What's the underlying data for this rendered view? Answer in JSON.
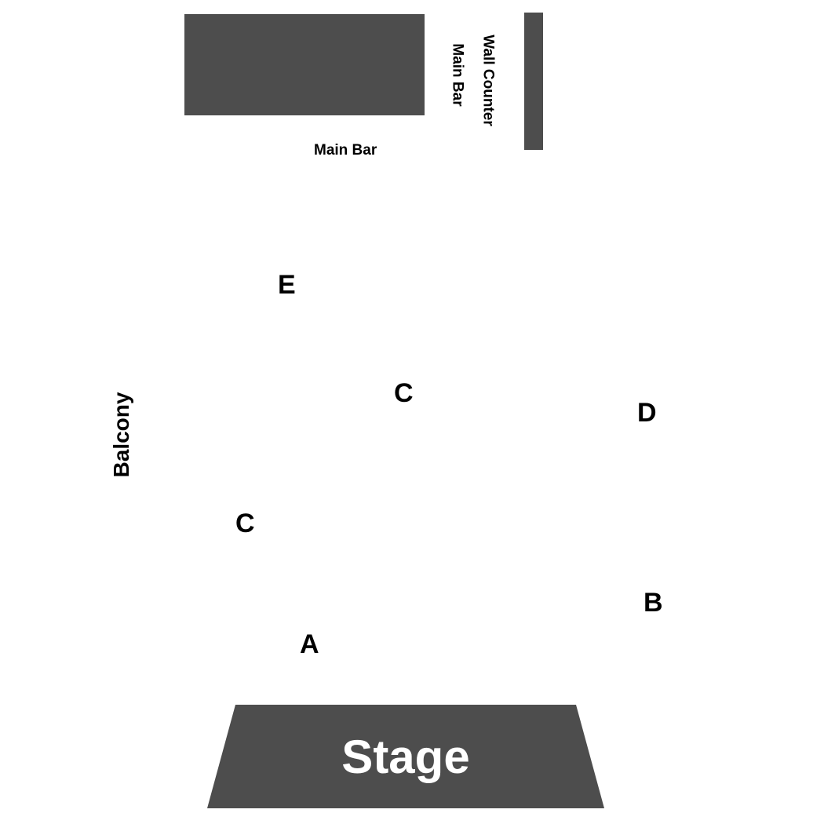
{
  "colors": {
    "block_fill": "#4d4d4d",
    "background": "#ffffff",
    "label_text": "#000000",
    "stage_text": "#ffffff"
  },
  "areas": {
    "main_bar_top_label": "Main Bar",
    "main_bar_side_label": "Main Bar",
    "wall_counter_label": "Wall Counter",
    "balcony_label": "Balcony",
    "stage_label": "Stage"
  },
  "sections": {
    "e": "E",
    "c_upper": "C",
    "d": "D",
    "c_lower": "C",
    "b": "B",
    "a": "A"
  }
}
